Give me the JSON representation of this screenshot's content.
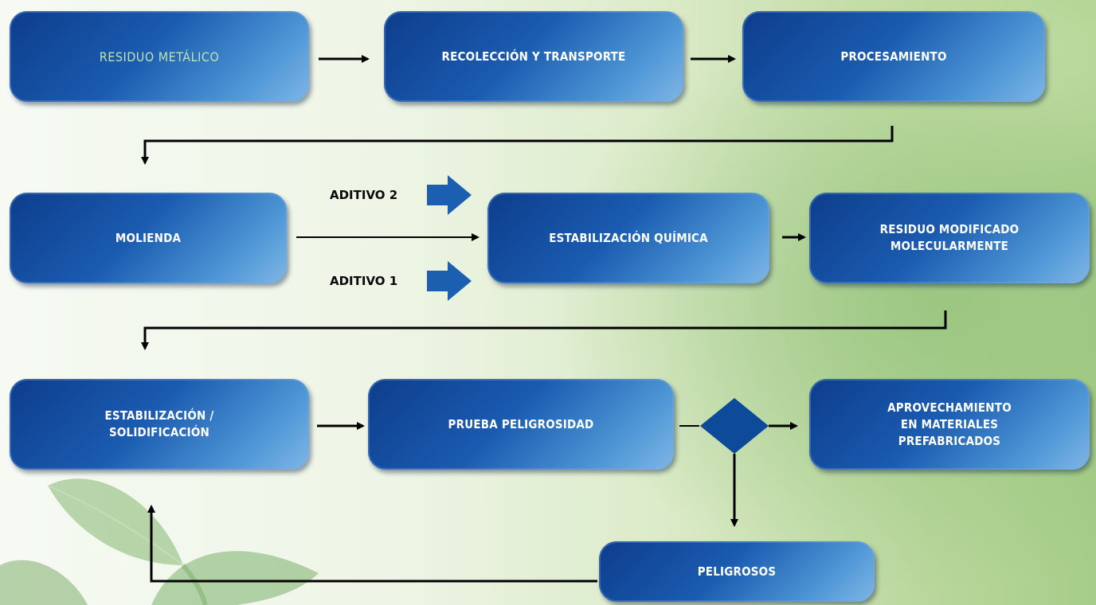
{
  "nodes": {
    "residuo_metalico": "RESIDUO METÁLICO",
    "recoleccion": "RECOLECCIÓN Y TRANSPORTE",
    "procesamiento": "PROCESAMIENTO",
    "molienda": "MOLIENDA",
    "estabilizacion_quimica": "ESTABILIZACIÓN QUÍMICA",
    "residuo_modificado": "RESIDUO MODIFICADO\nMOLECULARMENTE",
    "estabilizacion_solidificacion": "ESTABILIZACIÓN /\nSOLIDIFICACIÓN",
    "prueba_peligrosidad": "PRUEBA PELIGROSIDAD",
    "aprovechamiento": "APROVECHAMIENTO\nEN MATERIALES\nPREFABRICADOS",
    "peligrosos": "PELIGROSOS"
  },
  "labels": {
    "aditivo_2": "ADITIVO 2",
    "aditivo_1": "ADITIVO 1"
  },
  "colors": {
    "box_dark": "#0e3d8c",
    "box_light": "#7fb6e6",
    "decision": "#0d4a9a",
    "arrow": "#000000",
    "first_node_text": "#bfe3b0"
  },
  "icons": {
    "decision": "diamond-decision-icon",
    "additive_arrow": "block-arrow-icon"
  }
}
